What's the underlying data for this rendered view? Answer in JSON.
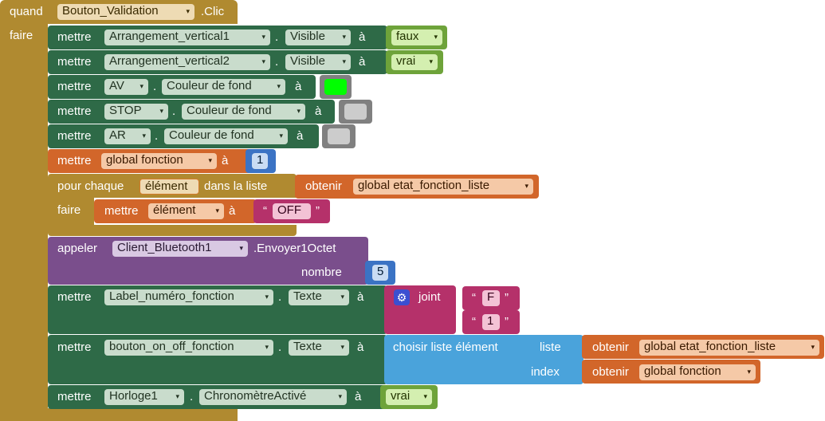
{
  "event": {
    "when_label": "quand",
    "component": "Bouton_Validation",
    "event_name": ".Clic",
    "do_label": "faire"
  },
  "dd_arrow": "▾",
  "dot": ".",
  "to_label": "à",
  "set_label": "mettre",
  "statements": {
    "s1": {
      "component": "Arrangement_vertical1",
      "property": "Visible",
      "value": "faux"
    },
    "s2": {
      "component": "Arrangement_vertical2",
      "property": "Visible",
      "value": "vrai"
    },
    "s3": {
      "component": "AV",
      "property": "Couleur de fond",
      "color": "#00ff00"
    },
    "s4": {
      "component": "STOP",
      "property": "Couleur de fond",
      "color": "#cccccc"
    },
    "s5": {
      "component": "AR",
      "property": "Couleur de fond",
      "color": "#cccccc"
    },
    "s6": {
      "variable": "global fonction",
      "value": "1"
    },
    "s7": {
      "for_each_label": "pour chaque",
      "item_var": "élément",
      "in_list_label": "dans la liste",
      "get_label": "obtenir",
      "list_var": "global etat_fonction_liste",
      "do_label": "faire",
      "inner": {
        "variable": "élément",
        "value": "OFF"
      }
    },
    "s8": {
      "call_label": "appeler",
      "component": "Client_Bluetooth1",
      "method": ".Envoyer1Octet",
      "param_label": "nombre",
      "param_value": "5"
    },
    "s9": {
      "component": "Label_numéro_fonction",
      "property": "Texte",
      "join_label": "joint",
      "join_a": "F",
      "join_b": "1",
      "quote_open": "“",
      "quote_close": "”"
    },
    "s10": {
      "component": "bouton_on_off_fonction",
      "property": "Texte",
      "select_label": "choisir liste élément",
      "list_label": "liste",
      "index_label": "index",
      "get_label": "obtenir",
      "list_var": "global etat_fonction_liste",
      "index_var": "global fonction"
    },
    "s11": {
      "component": "Horloge1",
      "property": "ChronomètreActivé",
      "value": "vrai"
    }
  },
  "colors": {
    "event": "#b08a30",
    "component": "#2e6a47",
    "logic": "#6ea33a",
    "color_block": "#808080",
    "variable": "#d2662a",
    "control": "#b08a30",
    "procedure": "#7a4e8c",
    "math": "#3b73c4",
    "text": "#b5316a",
    "list": "#4aa3db"
  }
}
